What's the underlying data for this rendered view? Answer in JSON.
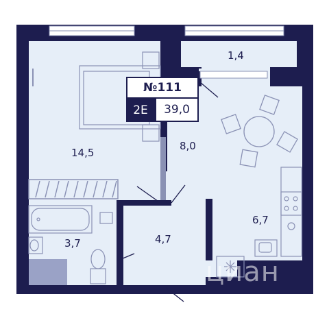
{
  "apartment": {
    "number": "№111",
    "type_code": "2E",
    "total_area": "39,0"
  },
  "rooms": {
    "room_area": "14,5",
    "kitchen_area": "8,0",
    "balcony_area": "1,4",
    "hall_area": "4,7",
    "bathroom_area": "3,7",
    "kitchen_nook_area": "6,7"
  },
  "watermark": "циан",
  "colors": {
    "wall": "#1d1d4f",
    "floor": "#e6eef8",
    "line": "#8a91b4"
  }
}
